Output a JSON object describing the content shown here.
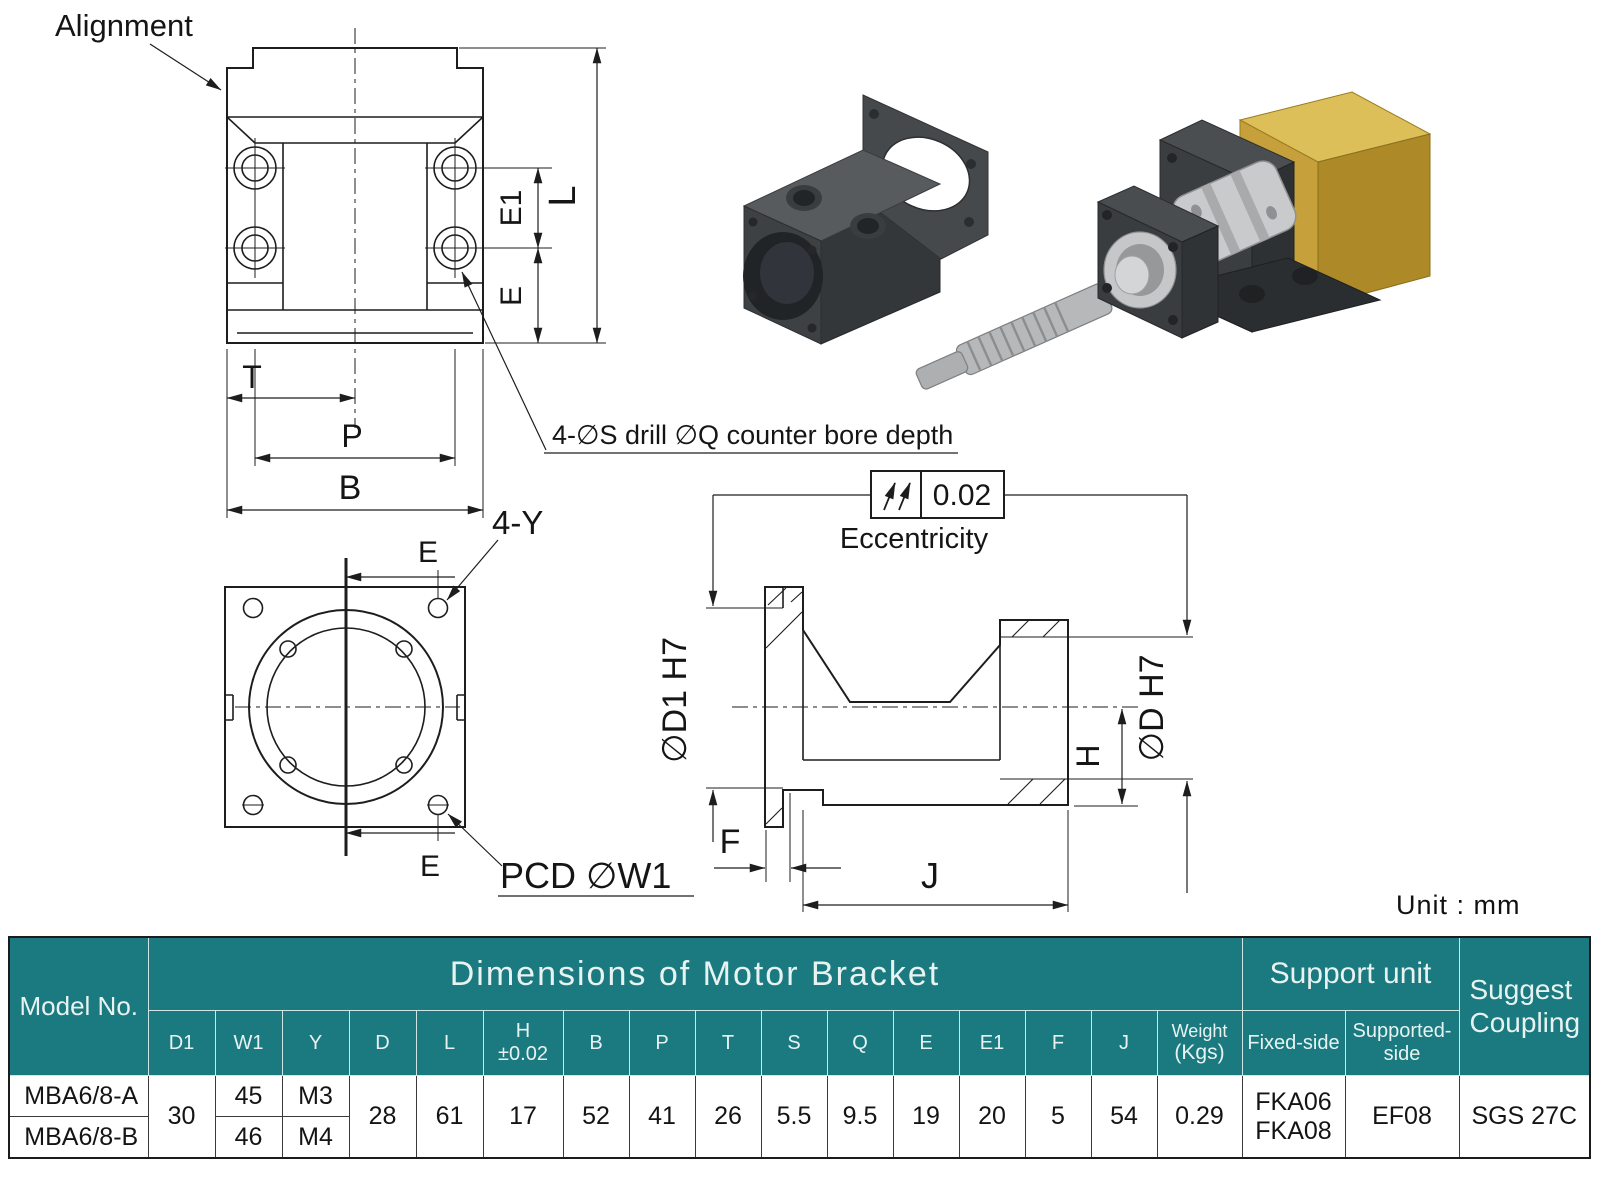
{
  "page": {
    "unit_label": "Unit : mm"
  },
  "drawing": {
    "labels": {
      "alignment": "Alignment",
      "counterbore_note": "4-∅S drill ∅Q counter bore depth",
      "tapped_holes": "4-Y",
      "pcd": "PCD ∅W1",
      "eccentricity": "Eccentricity",
      "eccentricity_tolerance": "0.02"
    },
    "dimensions": {
      "t": "T",
      "p": "P",
      "b": "B",
      "l": "L",
      "e": "E",
      "e1": "E1",
      "d1_bore": "∅D1 H7",
      "d_bore": "∅D H7",
      "h": "H",
      "f": "F",
      "j": "J"
    }
  },
  "table": {
    "title": "Dimensions of Motor Bracket",
    "model_header": "Model No.",
    "support_unit_header": "Support unit",
    "suggest_header_line1": "Suggest",
    "suggest_header_line2": "Coupling",
    "columns": {
      "d1": "D1",
      "w1": "W1",
      "y": "Y",
      "d": "D",
      "l": "L",
      "h_line1": "H",
      "h_line2": "±0.02",
      "b": "B",
      "p": "P",
      "t": "T",
      "s": "S",
      "q": "Q",
      "e": "E",
      "e1": "E1",
      "f": "F",
      "j": "J",
      "weight_line1": "Weight",
      "weight_line2": "(Kgs)",
      "fixed": "Fixed-side",
      "supported": "Supported-side"
    },
    "rows": [
      {
        "model": "MBA6/8-A",
        "w1": "45",
        "y": "M3"
      },
      {
        "model": "MBA6/8-B",
        "w1": "46",
        "y": "M4"
      }
    ],
    "shared": {
      "d1": "30",
      "d": "28",
      "l": "61",
      "h": "17",
      "b": "52",
      "p": "41",
      "t": "26",
      "s": "5.5",
      "q": "9.5",
      "e": "19",
      "e1": "20",
      "f": "5",
      "j": "54",
      "weight": "0.29",
      "fixed_side_1": "FKA06",
      "fixed_side_2": "FKA08",
      "supported_side": "EF08",
      "coupling": "SGS 27C"
    }
  },
  "colors": {
    "header_teal": "#1A7A80",
    "header_text": "#E8F3F1",
    "line": "#1d1d1d"
  }
}
